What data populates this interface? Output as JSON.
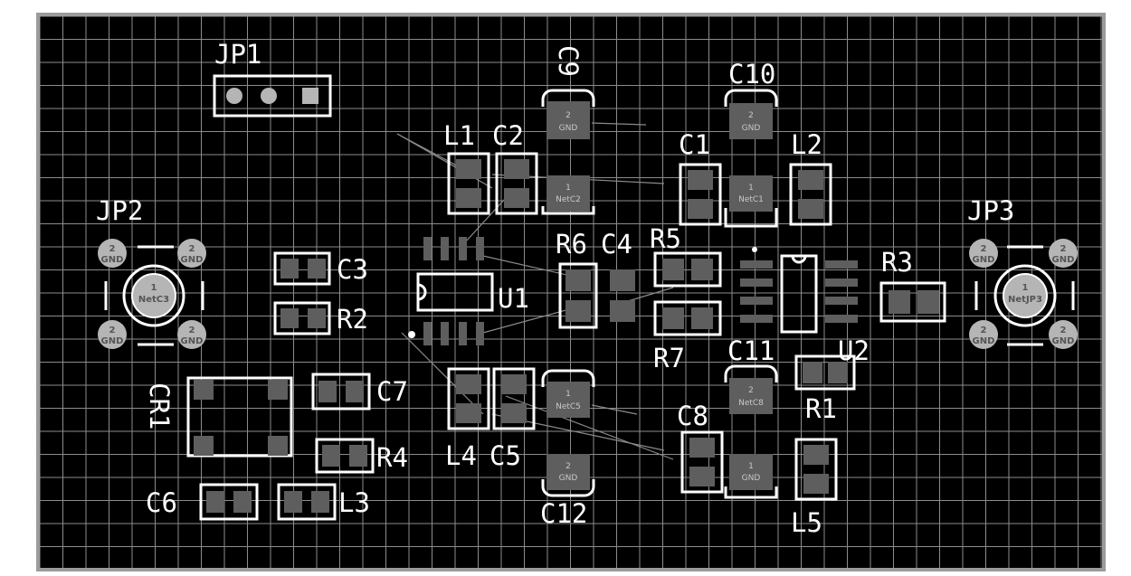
{
  "board": {
    "background": "#000000",
    "grid_color": "#8c8c8c",
    "silkscreen_color": "#ffffff",
    "pad_color": "#5e5e5e"
  },
  "designators": {
    "jp1": "JP1",
    "jp2": "JP2",
    "jp3": "JP3",
    "c1": "C1",
    "c2": "C2",
    "c3": "C3",
    "c4": "C4",
    "c5": "C5",
    "c6": "C6",
    "c7": "C7",
    "c8": "C8",
    "c9": "C9",
    "c10": "C10",
    "c11": "C11",
    "c12": "C12",
    "l1": "L1",
    "l2": "L2",
    "l3": "L3",
    "l4": "L4",
    "l5": "L5",
    "r1": "R1",
    "r2": "R2",
    "r3": "R3",
    "r4": "R4",
    "r5": "R5",
    "r6": "R6",
    "r7": "R7",
    "u1": "U1",
    "u2": "U2",
    "cr1": "CR1"
  },
  "pad_labels": {
    "gnd": "GND",
    "pin1": "1",
    "pin2": "2",
    "net_c3": "NetC3",
    "net_jp3": "NetJP3",
    "net_c1": "NetC1",
    "net_c2": "NetC2",
    "net_c5": "NetC5",
    "net_c8": "NetC8"
  }
}
